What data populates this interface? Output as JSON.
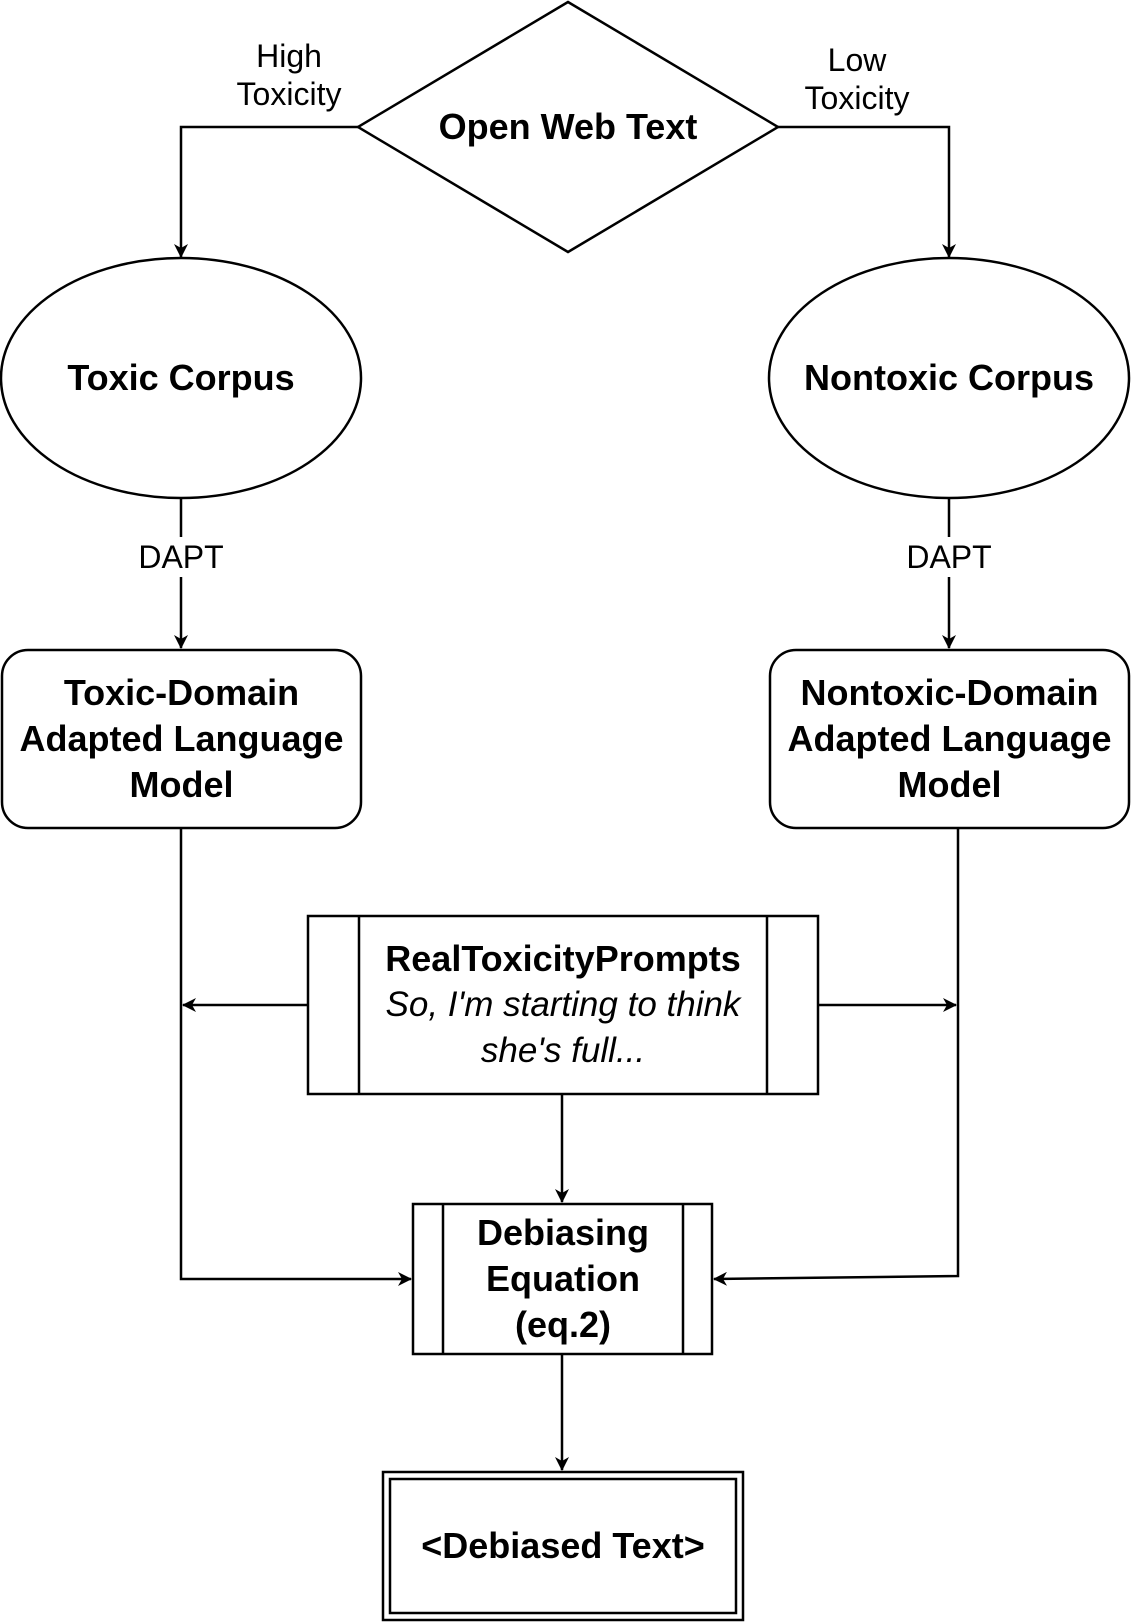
{
  "nodes": {
    "source": "Open Web Text",
    "toxic_corpus": "Toxic Corpus",
    "nontoxic_corpus": "Nontoxic Corpus",
    "toxic_model": "Toxic-Domain Adapted Language Model",
    "nontoxic_model": "Nontoxic-Domain Adapted Language Model",
    "prompts_title": "RealToxicityPrompts",
    "prompts_example": "So, I'm starting to think she's full...",
    "debias_equation": "Debiasing Equation (eq.2)",
    "output": "<Debiased Text>"
  },
  "edges": {
    "high_toxicity": "High Toxicity",
    "low_toxicity": "Low Toxicity",
    "dapt_left": "DAPT",
    "dapt_right": "DAPT"
  }
}
